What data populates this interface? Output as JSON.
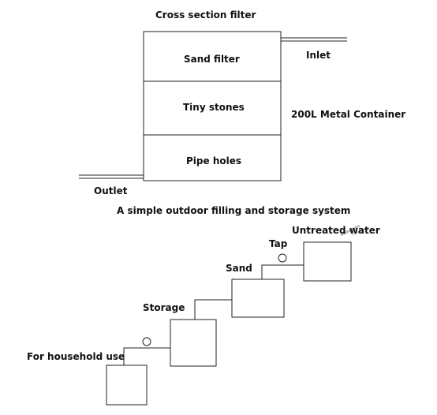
{
  "cross_section": {
    "title": "Cross section filter",
    "layers": [
      "Sand filter",
      "Tiny stones",
      "Pipe holes"
    ],
    "inlet_label": "Inlet",
    "container_label": "200L Metal Container",
    "outlet_label": "Outlet"
  },
  "system": {
    "title": "A simple outdoor filling and storage system",
    "labels": {
      "untreated": "Untreated water",
      "tap": "Tap",
      "sand": "Sand",
      "storage": "Storage",
      "household": "For household use"
    }
  }
}
